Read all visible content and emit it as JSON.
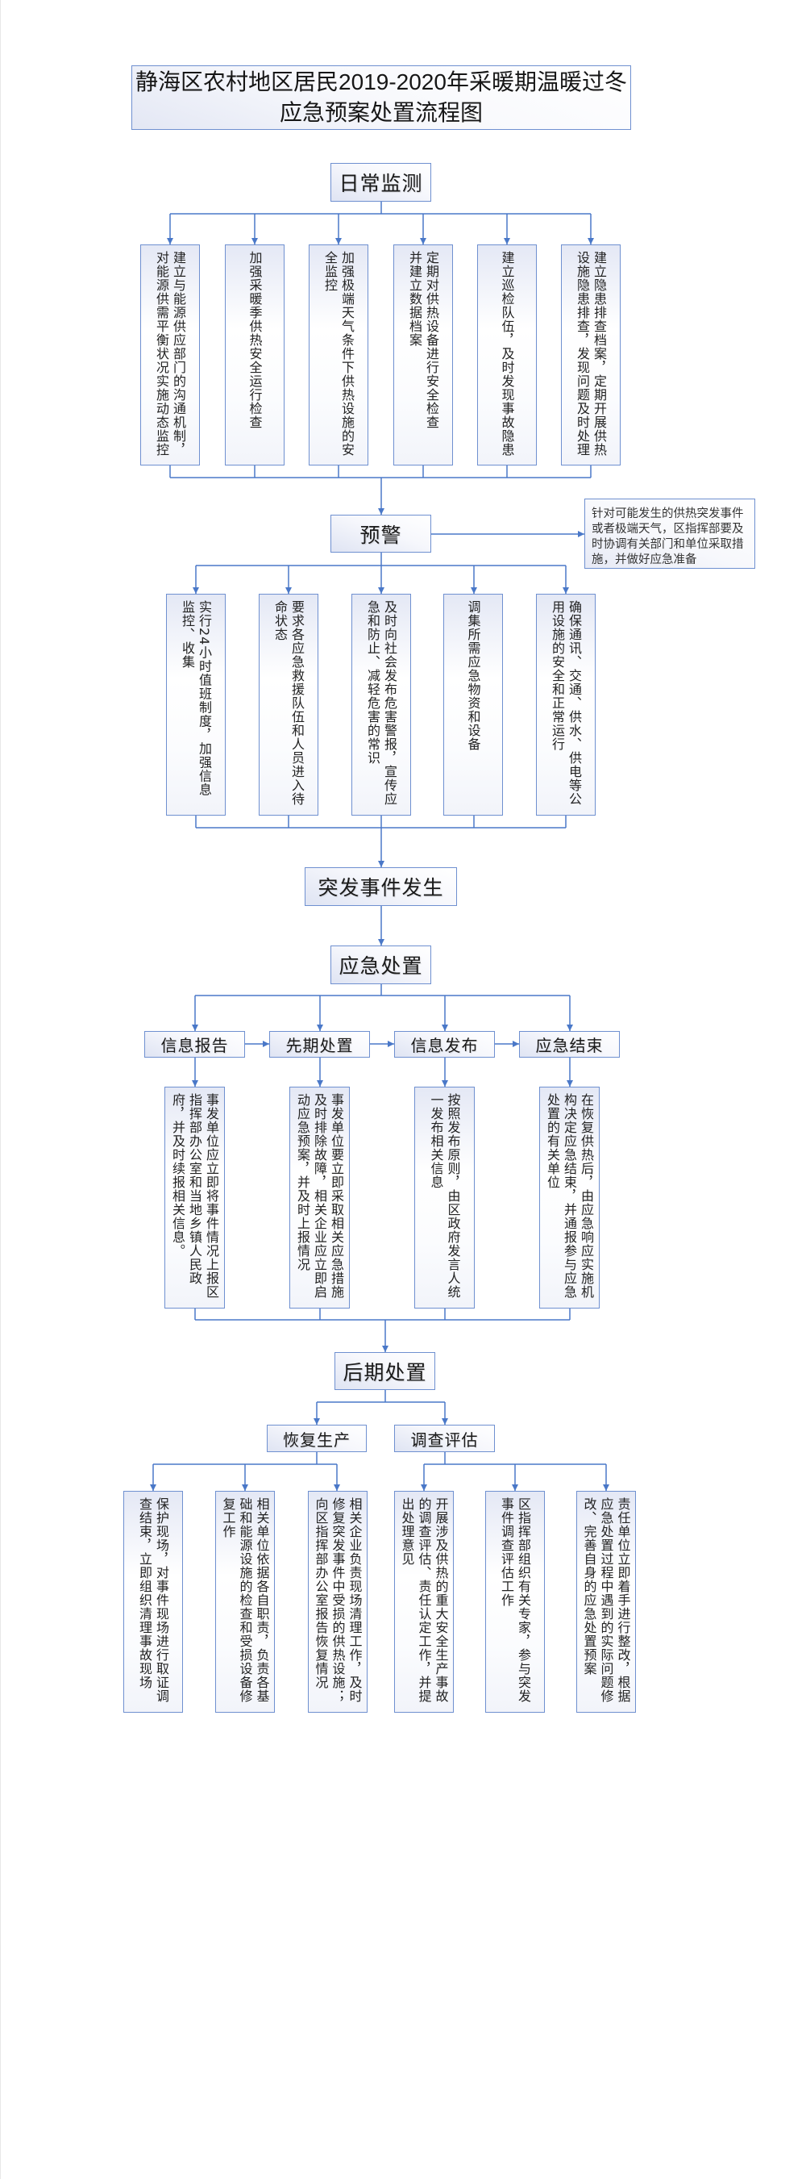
{
  "title": {
    "line1": "静海区农村地区居民2019-2020年采暖期温暖过冬",
    "line2": "应急预案处置流程图"
  },
  "daily_monitoring": {
    "label": "日常监测",
    "items": [
      "建立与能源供应部门的沟通机制，对能源供需平衡状况实施动态监控",
      "加强采暖季供热安全运行检查",
      "加强极端天气条件下供热设施的安全监控",
      "定期对供热设备进行安全检查\n并建立数据档案",
      "建立巡检队伍，及时发现事故隐患",
      "建立隐患排查档案，定期开展供热设施隐患排查，发现问题及时处理"
    ]
  },
  "warning": {
    "label": "预警",
    "note": "针对可能发生的供热突发事件或者极端天气，区指挥部要及时协调有关部门和单位采取措施，并做好应急准备",
    "items": [
      "实行24小时值班制度，加强信息监控、收集",
      "要求各应急救援队伍和人员进入待命状态",
      "及时向社会发布危害警报，宣传应急和防止、减轻危害的常识",
      "调集所需应急物资和设备",
      "确保通讯、交通、供水、供电等公用设施的安全和正常运行"
    ]
  },
  "incident": {
    "label": "突发事件发生"
  },
  "emergency_response": {
    "label": "应急处置",
    "stages": [
      {
        "label": "信息报告",
        "detail": "事发单位应立即将事件情况上报区指挥部办公室和当地乡镇人民政府，并及时续报相关信息。"
      },
      {
        "label": "先期处置",
        "detail": "事发单位要立即采取相关应急措施及时排除故障，相关企业应立即启动应急预案，并及时上报情况"
      },
      {
        "label": "信息发布",
        "detail": "按照发布原则，由区政府发言人统一发布相关信息"
      },
      {
        "label": "应急结束",
        "detail": "在恢复供热后，由应急响应实施机构决定应急结束，并通报参与应急处置的有关单位"
      }
    ]
  },
  "aftermath": {
    "label": "后期处置",
    "branches": [
      {
        "label": "恢复生产",
        "items": [
          "保护现场，对事件现场进行取证调查结束，立即组织清理事故现场",
          "相关单位依据各自职责，负责各基础和能源设施的检查和受损设备修复工作",
          "相关企业负责现场清理工作，及时修复突发事件中受损的供热设施；向区指挥部办公室报告恢复情况"
        ]
      },
      {
        "label": "调查评估",
        "items": [
          "开展涉及供热的重大安全生产事故的调查评估、责任认定工作，并提出处理意见",
          "区指挥部组织有关专家，参与突发事件调查评估工作",
          "责任单位立即着手进行整改，根据应急处置过程中遇到的实际问题修改、完善自身的应急处置预案"
        ]
      }
    ]
  },
  "colors": {
    "border": "#6f90d0",
    "connector": "#4a78c8",
    "text": "#1a1a1a"
  }
}
